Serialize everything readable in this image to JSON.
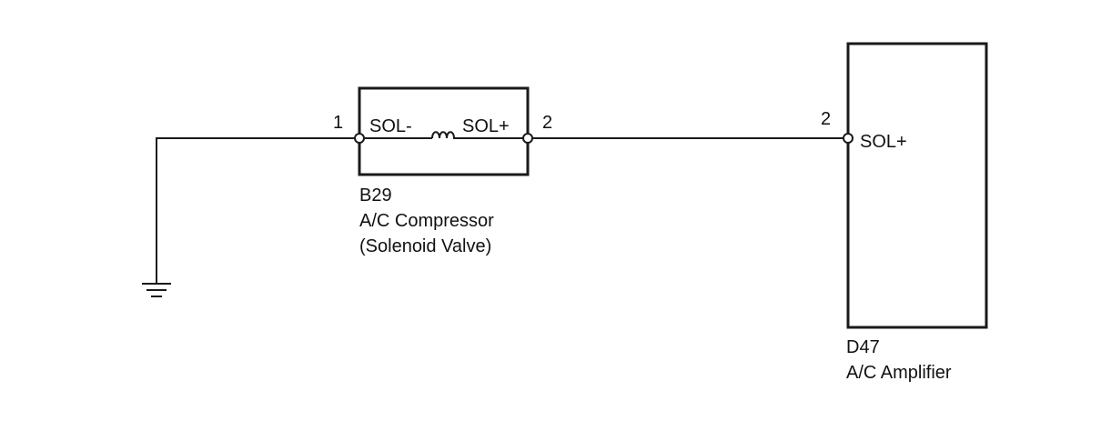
{
  "solenoid_component": {
    "code": "B29",
    "name": "A/C Compressor",
    "subname": "(Solenoid Valve)",
    "terminal_left_pin": "1",
    "terminal_left_label": "SOL-",
    "terminal_right_pin": "2",
    "terminal_right_label": "SOL+"
  },
  "amplifier_component": {
    "code": "D47",
    "name": "A/C Amplifier",
    "terminal_pin": "2",
    "terminal_label": "SOL+"
  },
  "icons": {
    "ground": "ground-icon",
    "coil": "solenoid-coil-icon"
  },
  "colors": {
    "line": "#1a1a1a",
    "background": "#ffffff"
  }
}
